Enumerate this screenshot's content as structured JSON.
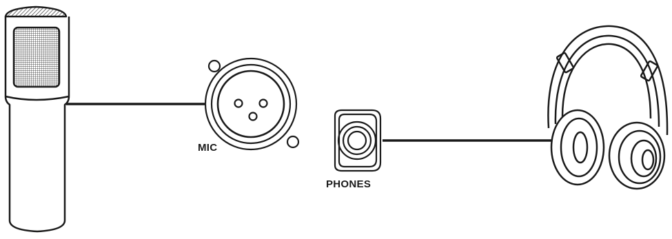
{
  "labels": {
    "mic": "MIC",
    "phones": "PHONES"
  },
  "colors": {
    "stroke": "#1a1a1a",
    "background": "#ffffff"
  },
  "icons": [
    "microphone-icon",
    "xlr-input-jack-icon",
    "phone-jack-icon",
    "headphones-icon",
    "connection-cable"
  ]
}
